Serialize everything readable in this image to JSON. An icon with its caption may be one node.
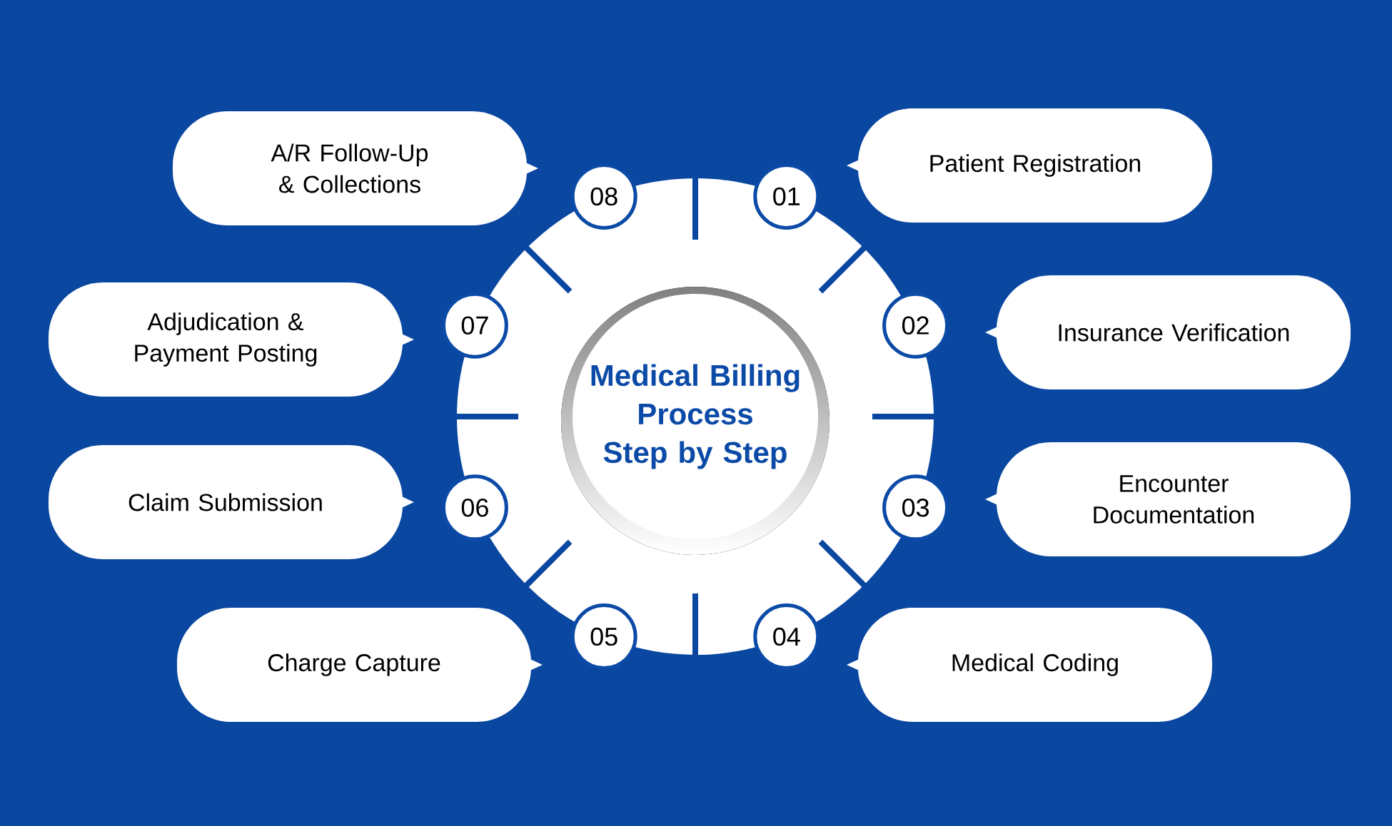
{
  "diagram": {
    "nodes": [
      {
        "text": [
          "Medical Billing Process Step by Step"
        ]
      },
      {
        "text": [
          "01"
        ]
      },
      {
        "text": [
          "Patient Registration"
        ]
      },
      {
        "text": [
          "02"
        ]
      },
      {
        "text": [
          "Insurance Verification"
        ]
      },
      {
        "text": [
          "03"
        ]
      },
      {
        "text": [
          "Encounter Documentation"
        ]
      },
      {
        "text": [
          "04"
        ]
      },
      {
        "text": [
          "Medical Coding"
        ]
      },
      {
        "text": [
          "05"
        ]
      },
      {
        "text": [
          "Charge Capture"
        ]
      },
      {
        "text": [
          "06"
        ]
      },
      {
        "text": [
          "Claim Submission"
        ]
      },
      {
        "text": [
          "07"
        ]
      },
      {
        "text": [
          "Adjudication & Payment Posting"
        ]
      },
      {
        "text": [
          "08"
        ]
      },
      {
        "text": [
          "A/R Follow-Up & Collections"
        ]
      }
    ]
  }
}
